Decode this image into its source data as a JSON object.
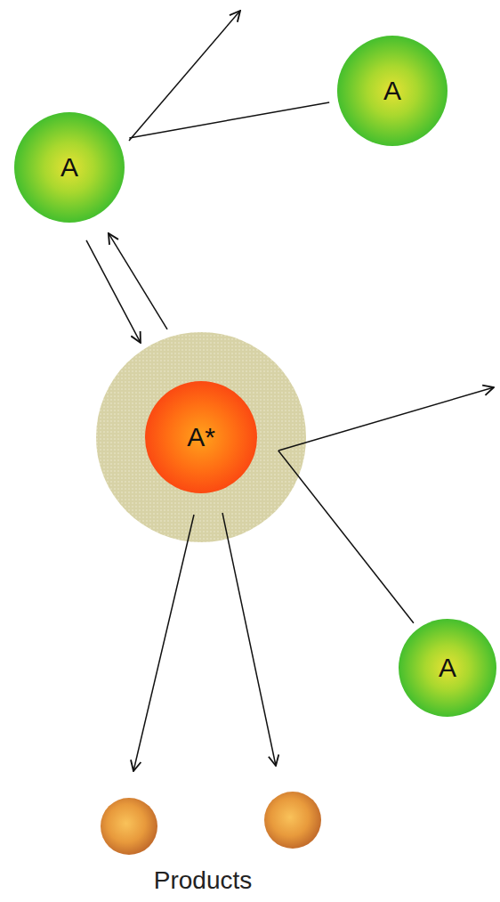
{
  "diagram": {
    "nodes": [
      {
        "text": [
          "A"
        ]
      },
      {
        "text": [
          "A"
        ]
      },
      {
        "text": [
          "A*"
        ]
      },
      {
        "text": [
          "A"
        ]
      }
    ],
    "edges": [
      {
        "from": 0,
        "to": 2,
        "arrow": "to"
      },
      {
        "from": 2,
        "to": 0,
        "arrow": "to"
      },
      {
        "from": 1,
        "to": 0,
        "arrow": "none"
      },
      {
        "from": 3,
        "to": 2,
        "arrow": "none"
      }
    ],
    "labels": [
      "Products"
    ]
  }
}
